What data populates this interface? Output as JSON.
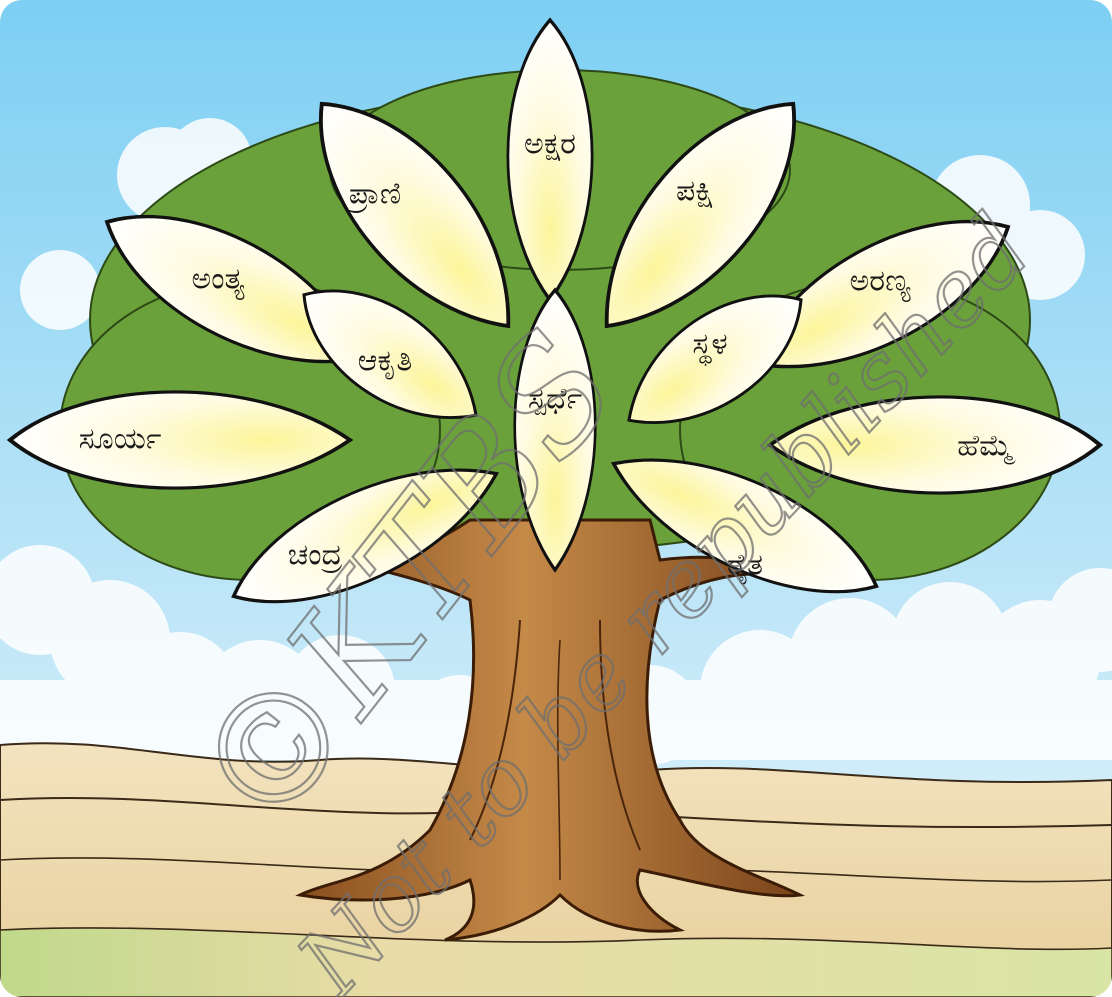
{
  "words": {
    "top": "ಅಕ್ಷರ",
    "upper_left": "ಪ್ರಾಣಿ",
    "upper_right": "ಪಕ್ಷಿ",
    "left_high": "ಅಂತ್ಯ",
    "right_high": "ಅರಣ್ಯ",
    "inner_left": "ಆಕೃತಿ",
    "inner_right": "ಸ್ಥಳ",
    "center": "ಸ್ಪರ್ಧೆ",
    "left_low": "ಸೂರ್ಯ",
    "right_low": "ಹೆಮ್ಮೆ",
    "bottom_left": "ಚಂದ್ರ",
    "bottom_right": "ರೈತ"
  },
  "watermark": {
    "line1": "©KTBS",
    "line2": "Not to be republished"
  }
}
